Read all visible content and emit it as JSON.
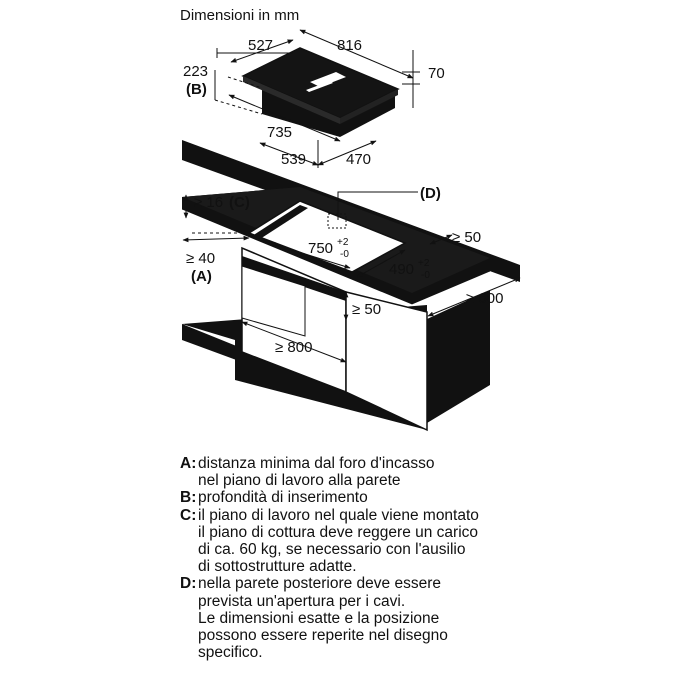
{
  "diagram": {
    "title": "Dimensioni in mm",
    "dims": {
      "d527": "527",
      "d816": "816",
      "d223": "223",
      "B_top": "(B)",
      "d70": "70",
      "d735": "735",
      "d539": "539",
      "d470": "470",
      "ge16": "≥ 16",
      "C_tag": "(C)",
      "D_tag": "(D)",
      "ge50_top": "≥ 50",
      "d750": "750",
      "d750_sup_plus": "+2",
      "d750_sup_minus": "-0",
      "d490": "490",
      "d490_sup_plus": "+2",
      "d490_sup_minus": "-0",
      "ge40": "≥ 40",
      "A_tag": "(A)",
      "ge600": "≥ 600",
      "ge50_mid": "≥ 50",
      "ge800": "≥ 800"
    }
  },
  "legend": [
    {
      "key": "A:",
      "lines": [
        "distanza minima dal foro d'incasso",
        "nel piano di lavoro alla parete"
      ]
    },
    {
      "key": "B:",
      "lines": [
        "profondità di inserimento"
      ]
    },
    {
      "key": "C:",
      "lines": [
        "il piano di lavoro nel quale viene montato",
        "il piano di cottura deve reggere un carico",
        "di ca. 60 kg, se necessario con l'ausilio",
        "di sottostrutture adatte."
      ]
    },
    {
      "key": "D:",
      "lines": [
        "nella parete posteriore deve essere",
        "prevista un'apertura per i cavi.",
        "Le dimensioni esatte e la posizione",
        "possono essere reperite nel disegno",
        "specifico."
      ]
    }
  ]
}
